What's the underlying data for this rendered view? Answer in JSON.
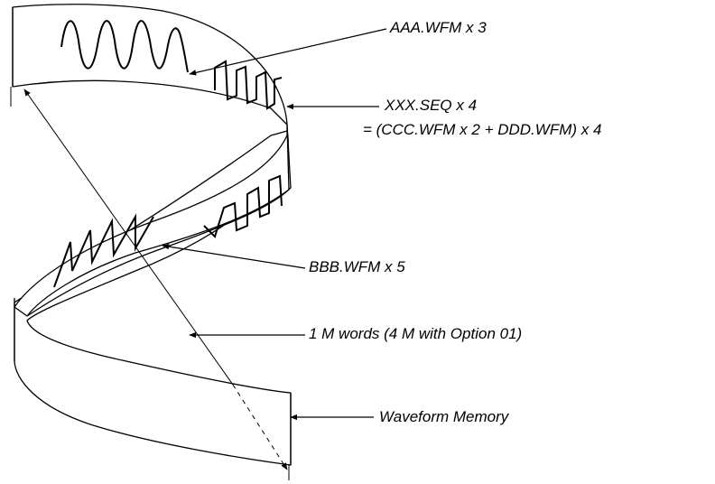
{
  "labels": {
    "aaa": "AAA.WFM x 3",
    "xxx_line1": "XXX.SEQ x 4",
    "xxx_line2": "= (CCC.WFM x 2 + DDD.WFM) x 4",
    "bbb": "BBB.WFM x 5",
    "memory_size": "1 M words (4 M with Option 01)",
    "waveform_memory": "Waveform Memory"
  }
}
